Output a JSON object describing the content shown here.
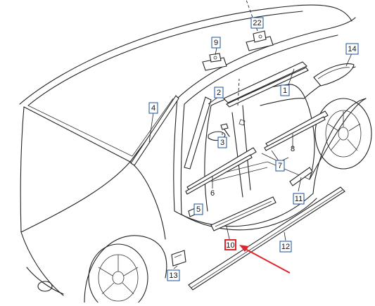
{
  "diagram": {
    "part_labels": [
      "1",
      "2",
      "3",
      "4",
      "5",
      "6",
      "7",
      "8",
      "9",
      "10",
      "11",
      "12",
      "13",
      "14",
      "22"
    ],
    "highlighted_part": "10",
    "colors": {
      "line": "#222222",
      "label_border": "#1a4f9a",
      "highlight": "#e0252b",
      "arrow": "#e0252b"
    }
  }
}
